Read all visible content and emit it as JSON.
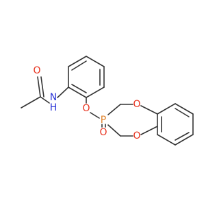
{
  "molecule": {
    "atoms": {
      "o_acetyl": {
        "symbol": "O",
        "color": "#e8321e"
      },
      "n_amide": {
        "symbol": "N",
        "color": "#2a34d6"
      },
      "h_amide": {
        "symbol": "H",
        "color": "#2a34d6"
      },
      "o_ether": {
        "symbol": "O",
        "color": "#e8321e"
      },
      "o_phosphoryl": {
        "symbol": "O",
        "color": "#e8321e"
      },
      "p": {
        "symbol": "P",
        "color": "#e0822a"
      },
      "o_ring_top": {
        "symbol": "O",
        "color": "#e8321e"
      },
      "o_ring_bottom": {
        "symbol": "O",
        "color": "#e8321e"
      }
    },
    "bond_color": "#333333"
  }
}
